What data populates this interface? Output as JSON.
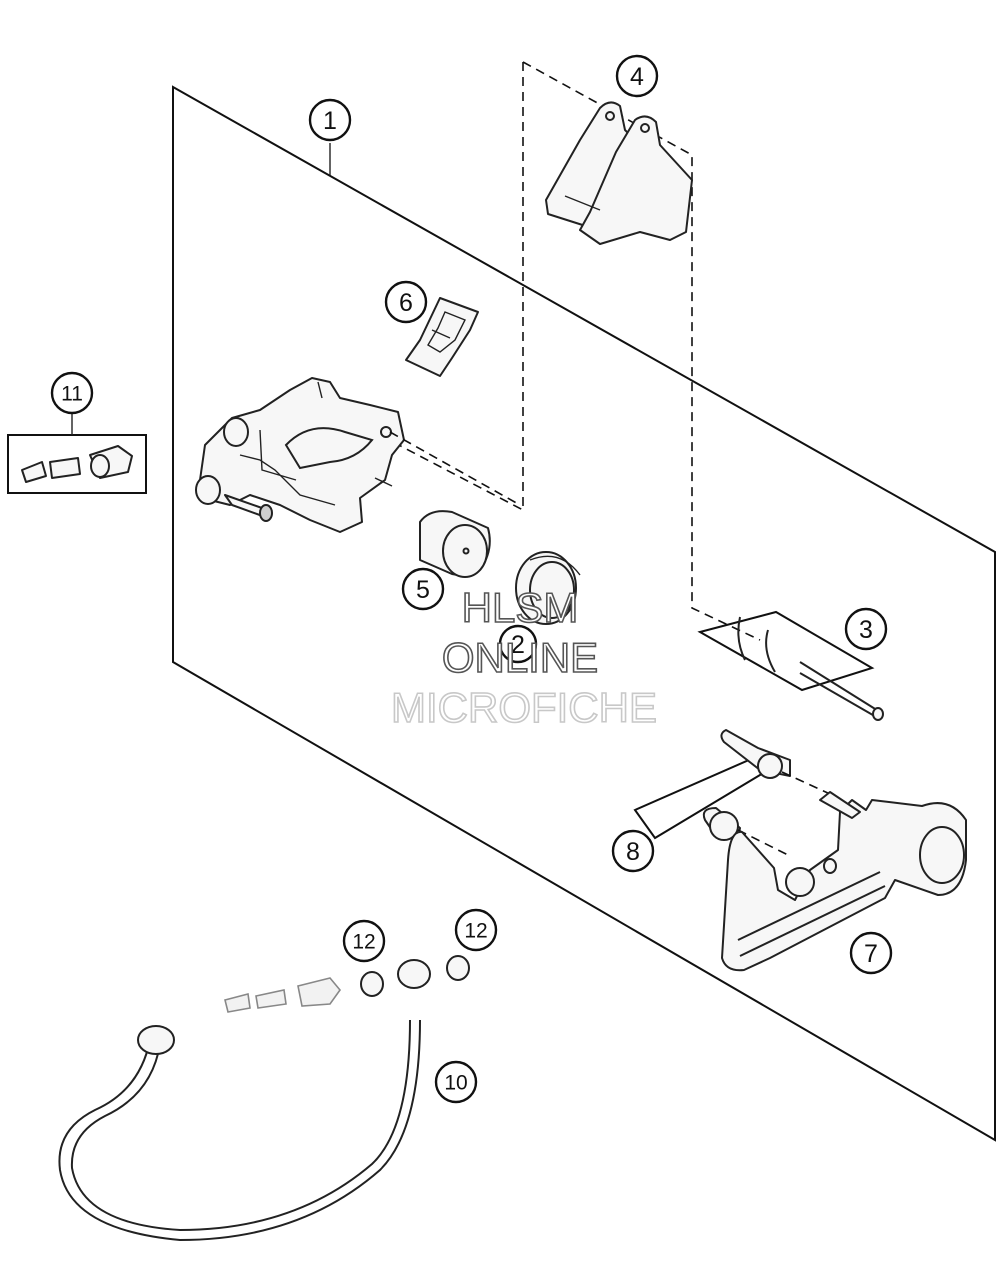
{
  "callouts": [
    {
      "label": "1"
    },
    {
      "label": "2"
    },
    {
      "label": "3"
    },
    {
      "label": "4"
    },
    {
      "label": "5"
    },
    {
      "label": "6"
    },
    {
      "label": "7"
    },
    {
      "label": "8"
    },
    {
      "label": "10"
    },
    {
      "label": "11"
    },
    {
      "label": "12"
    },
    {
      "label": "12"
    }
  ],
  "watermark": {
    "line1": "HLSM",
    "line2": "ONLINE",
    "line3": "MICROFICHE"
  }
}
